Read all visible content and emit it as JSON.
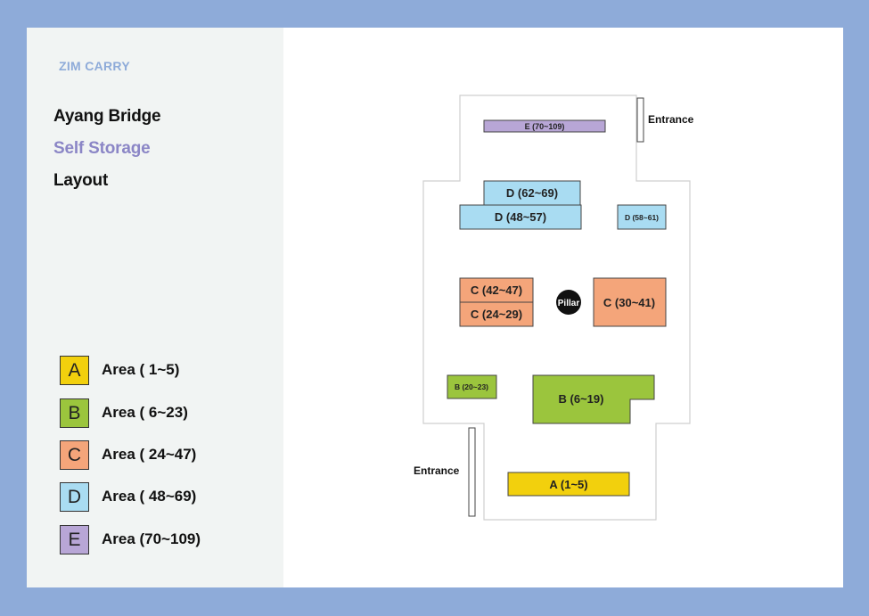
{
  "sidebar": {
    "brand": "ZIM CARRY",
    "title_line1": "Ayang Bridge",
    "title_line2": "Self Storage",
    "title_line3": "Layout"
  },
  "legend": [
    {
      "letter": "A",
      "label": "Area ( 1~5)",
      "color": "#f2d00d"
    },
    {
      "letter": "B",
      "label": "Area ( 6~23)",
      "color": "#9bc53d"
    },
    {
      "letter": "C",
      "label": "Area ( 24~47)",
      "color": "#f4a57a"
    },
    {
      "letter": "D",
      "label": "Area ( 48~69)",
      "color": "#a9dcf2"
    },
    {
      "letter": "E",
      "label": "Area (70~109)",
      "color": "#b8a6d6"
    }
  ],
  "map": {
    "entrance_top": "Entrance",
    "entrance_left": "Entrance",
    "pillar": "Pillar",
    "units": {
      "e_70_109": "E (70~109)",
      "d_62_69": "D (62~69)",
      "d_48_57": "D (48~57)",
      "d_58_61": "D (58~61)",
      "c_42_47": "C (42~47)",
      "c_24_29": "C (24~29)",
      "c_30_41": "C (30~41)",
      "b_20_23": "B (20~23)",
      "b_6_19": "B (6~19)",
      "a_1_5": "A (1~5)"
    }
  },
  "colors": {
    "frame": "#8eabd9",
    "sidebar_bg": "#f1f4f3",
    "brand": "#8eabd9",
    "accent_title": "#8b86c6",
    "area_a": "#f2d00d",
    "area_b": "#9bc53d",
    "area_c": "#f4a57a",
    "area_d": "#a9dcf2",
    "area_e": "#b8a6d6"
  }
}
